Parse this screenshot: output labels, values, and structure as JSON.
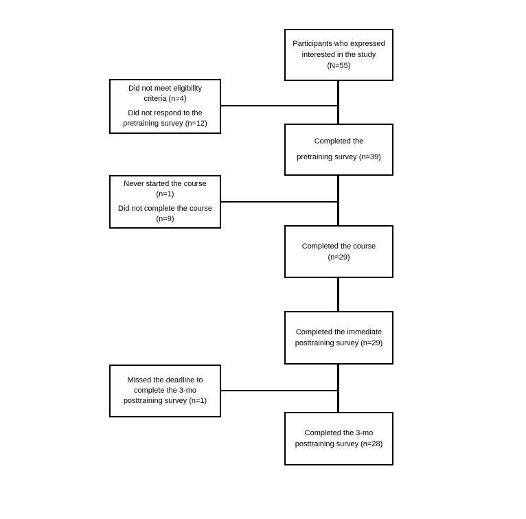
{
  "diagram": {
    "type": "participant-flowchart",
    "background_color": "#ffffff",
    "box_border_color": "#000000",
    "text_color": "#000000",
    "main_flow": [
      {
        "name": "expressed-interest",
        "text": "Participants who expressed\ninterested in the study\n(N=55)"
      },
      {
        "name": "completed-pretraining-survey",
        "text": "Completed the\npretraining survey (n=39)"
      },
      {
        "name": "completed-course",
        "text": "Completed the course\n(n=29)"
      },
      {
        "name": "completed-immediate-posttraining-survey",
        "text": "Completed the immediate\nposttraining survey (n=29)"
      },
      {
        "name": "completed-3mo-posttraining-survey",
        "text": "Completed the 3-mo\nposttraining survey (n=28)"
      }
    ],
    "exclusions": [
      {
        "name": "pretraining-exclusions",
        "paragraphs": [
          "Did not meet eligibility\ncriteria (n=4)",
          "Did not respond to the\npretraining survey (n=12)"
        ]
      },
      {
        "name": "course-exclusions",
        "paragraphs": [
          "Never started the course\n(n=1)",
          "Did not complete the course\n(n=9)"
        ]
      },
      {
        "name": "3mo-exclusions",
        "paragraphs": [
          "Missed the deadline to\ncomplete the 3-mo\nposttraining survey (n=1)"
        ]
      }
    ]
  }
}
